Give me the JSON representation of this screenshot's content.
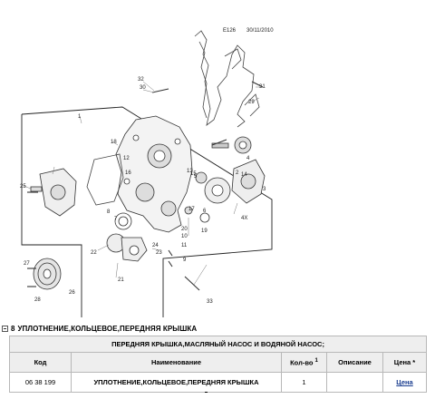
{
  "diagram": {
    "ref_code": "E126",
    "date": "30/11/2010",
    "callouts": [
      "1",
      "2",
      "3",
      "4",
      "5",
      "6",
      "7",
      "8",
      "9",
      "10",
      "11",
      "12",
      "13",
      "14",
      "15",
      "16",
      "17",
      "18",
      "19",
      "20",
      "21",
      "22",
      "23",
      "24",
      "25",
      "26",
      "27",
      "28",
      "29",
      "30",
      "31",
      "32",
      "33",
      "4X"
    ]
  },
  "section": {
    "number": "8",
    "title": "УПЛОТНЕНИЕ,КОЛЬЦЕВОЕ,ПЕРЕДНЯЯ КРЫШКА"
  },
  "table": {
    "group_title": "ПЕРЕДНЯЯ КРЫШКА,МАСЛЯНЫЙ НАСОС И ВОДЯНОЙ НАСОС;",
    "headers": {
      "code": "Код",
      "name": "Наименование",
      "qty": "Кол-во",
      "qty_note": "1",
      "desc": "Описание",
      "price": "Цена *"
    },
    "rows": [
      {
        "code": "06 38 199",
        "name": "УПЛОТНЕНИЕ,КОЛЬЦЕВОЕ,ПЕРЕДНЯЯ КРЫШКА",
        "qty": "1",
        "desc": "",
        "price": "Цена"
      }
    ]
  }
}
